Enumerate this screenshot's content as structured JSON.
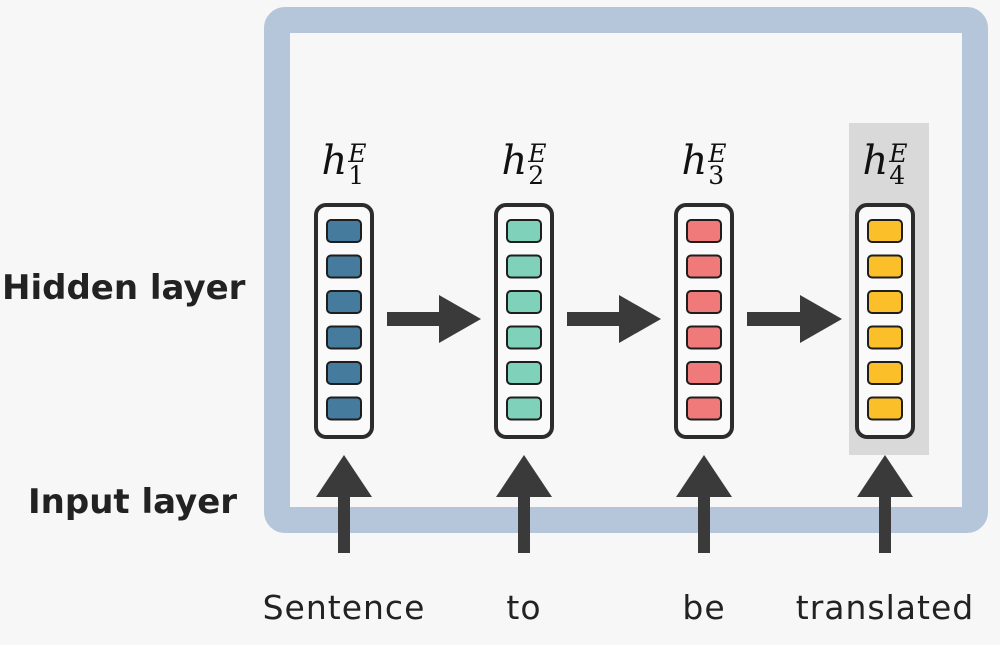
{
  "layers": {
    "hidden_label": "Hidden layer",
    "input_label": "Input layer"
  },
  "encoder_steps": [
    {
      "word": "Sentence",
      "hidden_base": "h",
      "hidden_sup": "E",
      "hidden_sub": "1",
      "color": "#457b9d",
      "highlighted": false
    },
    {
      "word": "to",
      "hidden_base": "h",
      "hidden_sup": "E",
      "hidden_sub": "2",
      "color": "#7fd1b9",
      "highlighted": false
    },
    {
      "word": "be",
      "hidden_base": "h",
      "hidden_sup": "E",
      "hidden_sub": "3",
      "color": "#f07a7a",
      "highlighted": false
    },
    {
      "word": "translated",
      "hidden_base": "h",
      "hidden_sup": "E",
      "hidden_sub": "4",
      "color": "#fbbf2a",
      "highlighted": true
    }
  ],
  "cells_per_vector": 6,
  "colors": {
    "frame": "#b5c6db",
    "arrow": "#3a3a3a",
    "vector_border": "#2c2c2c",
    "highlight_bg": "#d9d9d9"
  }
}
